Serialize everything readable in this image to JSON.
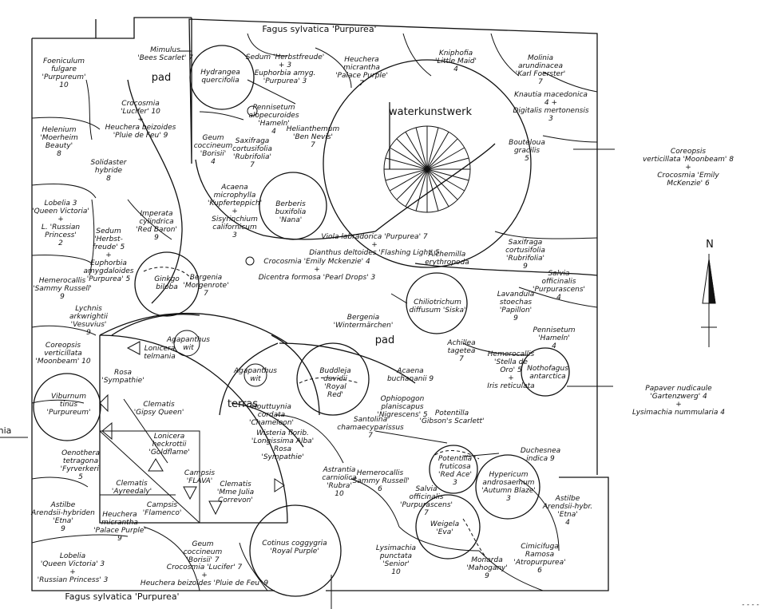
{
  "plan": {
    "hedge_top": "Fagus sylvatica 'Purpurea'",
    "hedge_bottom": "Fagus sylvatica 'Purpurea'",
    "pond": "waterkunstwerk",
    "terrace": "terras",
    "path_top": "pad",
    "path_mid": "pad",
    "north": "N",
    "cut_left": "hia",
    "cut_bottom_right": "- - - - "
  },
  "plants": [
    {
      "id": "foeniculum",
      "text": "Foeniculum\nfulgare\n'Purpureum'\n10"
    },
    {
      "id": "crocosmia-lucifer-top",
      "text": "Crocosmia\n'Lucifer' 10\n+\nHeuchera beizoides\n'Pluie de Feu' 9"
    },
    {
      "id": "helenium",
      "text": "Helenium\n'Moerheim\nBeauty'\n8"
    },
    {
      "id": "solidaster",
      "text": "Solidaster\nhybride\n8"
    },
    {
      "id": "lobelia-top",
      "text": "Lobelia 3\n'Queen Victoria'\n+\nL. 'Russian\nPrincess'\n2"
    },
    {
      "id": "sedum-herbstfreude-left",
      "text": "Sedum\n'Herbst-\nfreude' 5\n+\nEuphorbia\namygdaloides\n'Purpurea' 5"
    },
    {
      "id": "imperata",
      "text": "Imperata\ncylindrica\n'Red Baron'\n9"
    },
    {
      "id": "hemerocallis-left",
      "text": "Hemerocallis\n'Sammy Russell'\n9"
    },
    {
      "id": "ginkgo",
      "text": "Ginkgo\nbiloba"
    },
    {
      "id": "bergenia-morgenrote",
      "text": "Bergenia\n'Morgenrote'\n7"
    },
    {
      "id": "lychnis",
      "text": "Lychnis\narkwrightii\n'Vesuvius'\n9"
    },
    {
      "id": "coreopsis-left",
      "text": "Coreopsis\nverticillata\n'Moonbeam' 10"
    },
    {
      "id": "viburnum",
      "text": "Viburnum\ntinus\n'Purpureum'"
    },
    {
      "id": "oenothera",
      "text": "Oenothera\ntetragona\n'Fyrverkeri'\n5"
    },
    {
      "id": "astilbe-left",
      "text": "Astilbe\nArendsii-hybriden\n'Etna'\n9"
    },
    {
      "id": "heuchera-palace-left",
      "text": "Heuchera\nmicrantha\n'Palace Purple'\n9"
    },
    {
      "id": "lobelia-bottom",
      "text": "Lobelia\n'Queen Victoria' 3\n+\n'Russian Princess' 3"
    },
    {
      "id": "geum-bottom",
      "text": "Geum\ncoccineum\n'Borisii' 7"
    },
    {
      "id": "crocosmia-bottom",
      "text": "Crocosmia 'Lucifer' 7\n+\nHeuchera beizoides 'Pluie de Feu' 9"
    },
    {
      "id": "lonicera-telmania",
      "text": "Lonicera\ntelmania"
    },
    {
      "id": "agapanthus-top",
      "text": "Agapanthus\nwit"
    },
    {
      "id": "rosa-sympathie-left",
      "text": "Rosa\n'Sympathie'"
    },
    {
      "id": "clematis-gipsy",
      "text": "Clematis\n'Gipsy Queen'"
    },
    {
      "id": "lonicera-goldflame",
      "text": "Lonicera\nheckrottii\n'Goldflame'"
    },
    {
      "id": "clematis-ayreedaly",
      "text": "Clematis\n'Ayreedaly'"
    },
    {
      "id": "campsis-flava",
      "text": "Campsis\n'FLAVA'"
    },
    {
      "id": "campsis-flamenco",
      "text": "Campsis\n'Flamenco'"
    },
    {
      "id": "clematis-corevon",
      "text": "Clematis\n'Mme Julia\nCorrevon'"
    },
    {
      "id": "mimulus",
      "text": "Mimulus\n'Bees Scarlet' 7"
    },
    {
      "id": "hydrangea",
      "text": "Hydrangea\nquercifolia"
    },
    {
      "id": "sedum-herbstfreude-top",
      "text": "Sedum 'Herbstfreude'\n+ 3\nEuphorbia amyg.\n'Purpurea' 3"
    },
    {
      "id": "pennisetum-hameln-top",
      "text": "Pennisetum\nalopecuroides\n'Hameln'\n4"
    },
    {
      "id": "heuchera-palace-top",
      "text": "Heuchera\nmicrantha\n'Palace Purple'\n7"
    },
    {
      "id": "kniphofia",
      "text": "Kniphofia\n'Little Maid'\n4"
    },
    {
      "id": "molinia",
      "text": "Molinia\narundinacea\n'Karl Foerster'\n7"
    },
    {
      "id": "knautia",
      "text": "Knautia macedonica\n4 +\nDigitalis mertonensis\n3"
    },
    {
      "id": "geum-top",
      "text": "Geum\ncoccineum\n'Borisii'\n4"
    },
    {
      "id": "saxifraga-top",
      "text": "Saxifraga\ncortusifolia\n'Rubrifolia'\n7"
    },
    {
      "id": "helianthemum",
      "text": "Helianthemum\n'Ben Nevis'\n7"
    },
    {
      "id": "bouteloua",
      "text": "Bouteloua\ngracilis\n5"
    },
    {
      "id": "acaena-micro",
      "text": "Acaena\nmicrophylla\n'Kupferteppich'\n+\nSisyrinchium\ncalifornicum\n3"
    },
    {
      "id": "berberis-nana",
      "text": "Berberis\nbuxifolia\n'Nana'"
    },
    {
      "id": "viola-dianthus",
      "text": "Viola labradorica 'Purpurea' 7\n+\nDianthus deltoides 'Flashing Light' 5"
    },
    {
      "id": "crocosmia-dicentra",
      "text": "Crocosmia 'Emily Mckenzie' 4\n+\nDicentra formosa 'Pearl Drops' 3"
    },
    {
      "id": "coreopsis-right",
      "text": "Coreopsis\nverticillata 'Moonbeam' 8\n+\nCrocosmia 'Emily McKenzie' 6"
    },
    {
      "id": "saxifraga-right",
      "text": "Saxifraga\ncortusifolia\n'Rubrifolia'\n9"
    },
    {
      "id": "alchemilla",
      "text": "Alchemilla\nerythropoda"
    },
    {
      "id": "chiliotrichum",
      "text": "Chiliotrichum\ndiffusum 'Siska'"
    },
    {
      "id": "salvia-purpurascens",
      "text": "Salvia\nofficinalis\n'Purpurascens'\n4"
    },
    {
      "id": "lavandula",
      "text": "Lavandula\nstoechas\n'Papillon'\n9"
    },
    {
      "id": "bergenia-winter",
      "text": "Bergenia\n'Wintermärchen'"
    },
    {
      "id": "pennisetum-right",
      "text": "Pennisetum\n'Hameln'\n4"
    },
    {
      "id": "achillea",
      "text": "Achillea\ntagetea\n7"
    },
    {
      "id": "hemerocallis-stella",
      "text": "Hemerocallis\n'Stella de\nOro' 5\n+\nIris reticulata"
    },
    {
      "id": "nothofagus",
      "text": "Nothofagus\nantarctica"
    },
    {
      "id": "papaver-lysimachia",
      "text": "Papaver nudicaule\n'Gartenzwerg' 4\n+\nLysimachia nummularia 4"
    },
    {
      "id": "agapanthus-mid",
      "text": "Agapanthus\nwit"
    },
    {
      "id": "buddleja",
      "text": "Buddleja\ndavidii\n'Royal\nRed'"
    },
    {
      "id": "acaena-buchananii",
      "text": "Acaena\nbuchananii 9"
    },
    {
      "id": "ophiopogon",
      "text": "Ophiopogon\nplaniscapus\n'Nigrescens' 5"
    },
    {
      "id": "houttuynia",
      "text": "Houttuynia\ncordata\n'Chameleon'"
    },
    {
      "id": "santolina",
      "text": "Santolina\nchamaecyparissus\n7"
    },
    {
      "id": "potentilla-gibson",
      "text": "Potentilla\n'Gibson's Scarlett'"
    },
    {
      "id": "wisteria-rosa",
      "text": "Wisteria florib.\n'Longissima Alba'\nRosa\n'Sympathie'"
    },
    {
      "id": "duchesnea",
      "text": "Duchesnea\nindica 9"
    },
    {
      "id": "astrantia",
      "text": "Astrantia\ncarniolica\n'Rubra'\n10"
    },
    {
      "id": "hemerocallis-bottom",
      "text": "Hemerocallis\n'Sammy Russell'\n6"
    },
    {
      "id": "salvia-bottom",
      "text": "Salvia\nofficinalis\n'Purpurascens'\n7"
    },
    {
      "id": "potentilla-redace",
      "text": "Potentilla\nfruticosa\n'Red Ace'\n3"
    },
    {
      "id": "hypericum",
      "text": "Hypericum\nandrosaemum\n'Autumn Blaze'\n3"
    },
    {
      "id": "astilbe-right",
      "text": "Astilbe\nArendsii-hybr.\n'Etna'\n4"
    },
    {
      "id": "cotinus",
      "text": "Cotinus coggygria\n'Royal Purple'"
    },
    {
      "id": "weigela",
      "text": "Weigela\n'Eva'"
    },
    {
      "id": "lysimachia-punctata",
      "text": "Lysimachia\npunctata\n'Senior'\n10"
    },
    {
      "id": "monarda",
      "text": "Monarda\n'Mahogany'\n9"
    },
    {
      "id": "cimicifuga",
      "text": "Cimicifuga\nRamosa\n'Atropurpurea'\n6"
    }
  ]
}
